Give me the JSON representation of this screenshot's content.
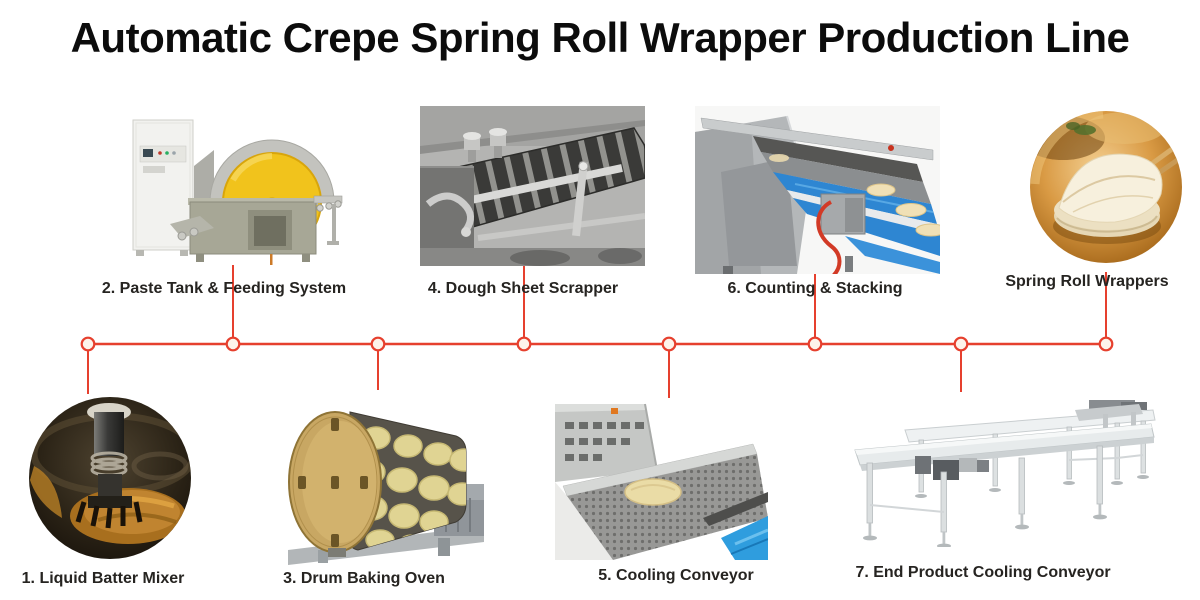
{
  "header": {
    "title": "Automatic Crepe Spring Roll Wrapper Production Line"
  },
  "flow": {
    "line_color": "#e6402e",
    "node_fill": "#fdf3ea",
    "direction": "left-to-right"
  },
  "colors": {
    "accent_red": "#e6402e",
    "conveyor_blue": "#2e86d2",
    "baking_disc_yellow": "#f1c31c",
    "wrapper_cream": "#f7f0dd",
    "batter_amber": "#c08430"
  },
  "stations": [
    {
      "key": "liquid-batter-mixer",
      "label": "1. Liquid Batter Mixer"
    },
    {
      "key": "paste-tank-feeding-system",
      "label": "2. Paste Tank & Feeding System"
    },
    {
      "key": "drum-baking-oven",
      "label": "3. Drum Baking Oven"
    },
    {
      "key": "dough-sheet-scrapper",
      "label": "4. Dough Sheet Scrapper"
    },
    {
      "key": "cooling-conveyor",
      "label": "5. Cooling Conveyor"
    },
    {
      "key": "counting-stacking",
      "label": "6. Counting & Stacking"
    },
    {
      "key": "end-product-cooling-conveyor",
      "label": "7. End Product Cooling Conveyor"
    },
    {
      "key": "spring-roll-wrappers",
      "label": "Spring Roll Wrappers"
    }
  ]
}
